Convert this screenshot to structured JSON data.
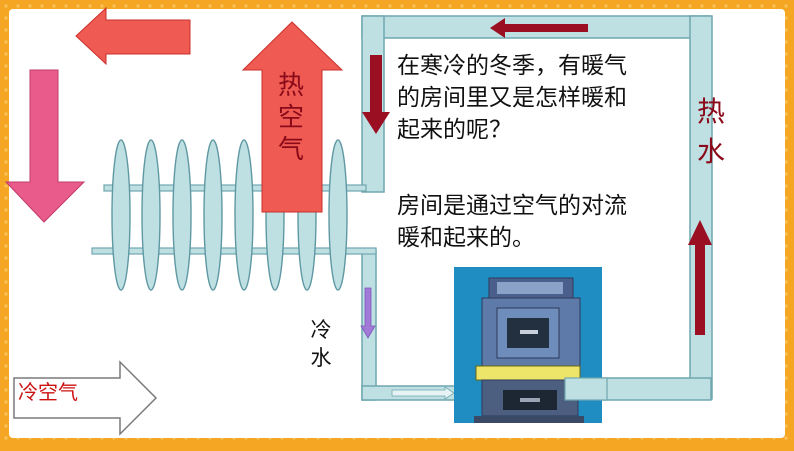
{
  "question_lines": [
    "在寒冷的冬季，有暖气",
    "的房间里又是怎样暖和",
    "起来的呢？"
  ],
  "answer_lines": [
    "房间是通过空气的对流",
    "暖和起来的。"
  ],
  "labels": {
    "hot_air": "热空气",
    "hot_water": "热水",
    "cold_water": "冷水",
    "cold_air": "冷空气"
  },
  "colors": {
    "frame": "#f5a623",
    "pipe_fill": "#bfe0e3",
    "pipe_stroke": "#6fa7b0",
    "hot_arrow": "#ef5a52",
    "pink_arrow": "#e85b8a",
    "dark_red": "#9a0f22",
    "cold_flow": "#a07ad6"
  },
  "icons": {
    "stove": "heating-stove-photo"
  }
}
